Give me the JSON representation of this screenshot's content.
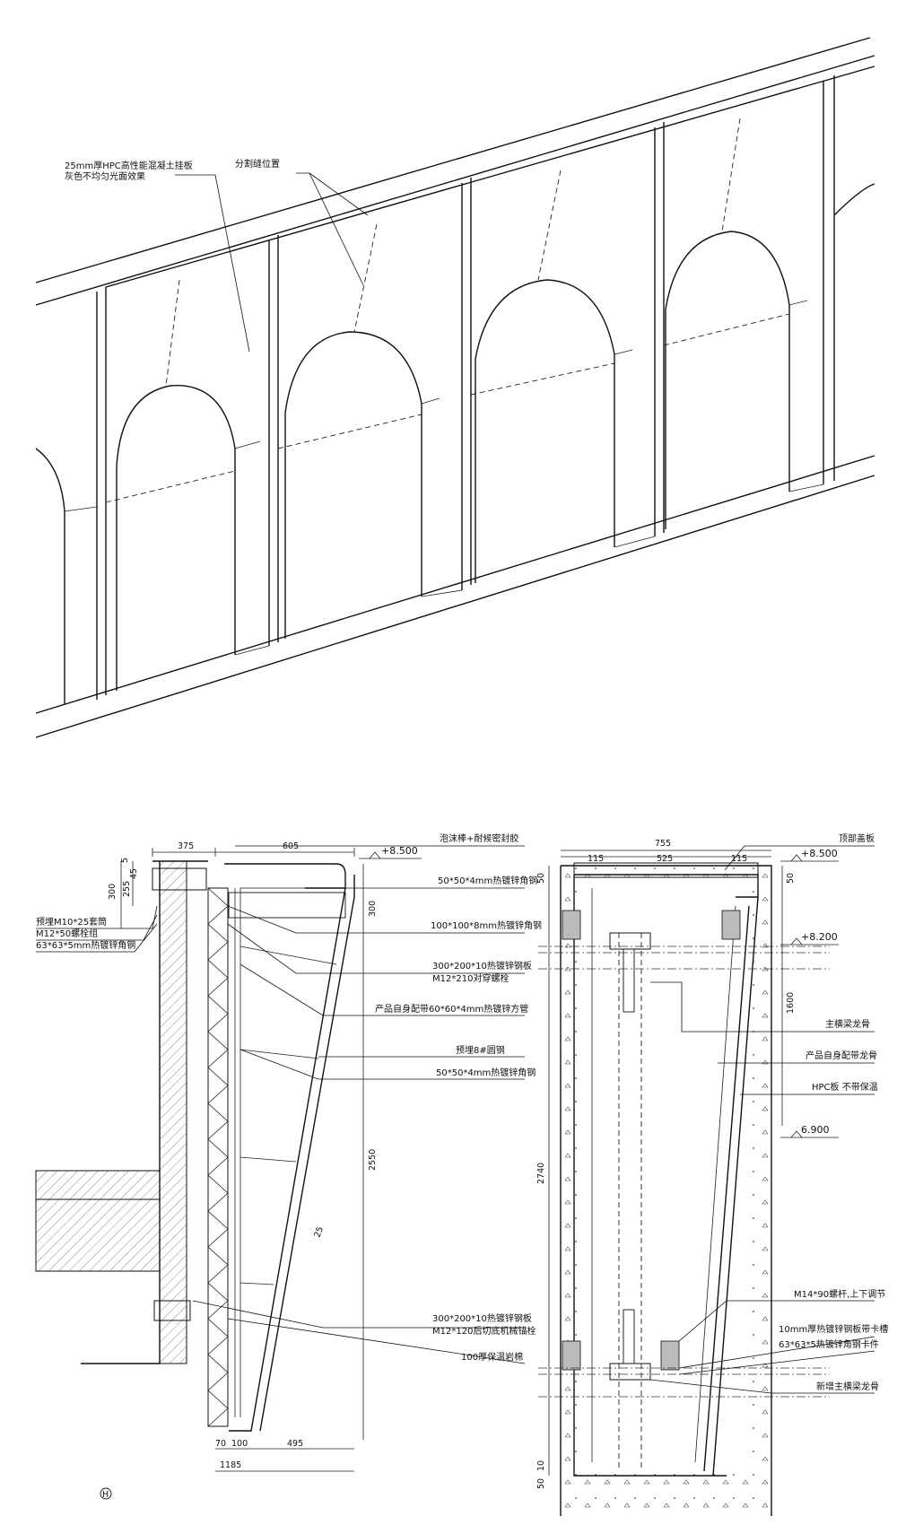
{
  "iso": {
    "panel_label_line1": "25mm厚HPC高性能混凝土挂板",
    "panel_label_line2": "灰色不均匀光面效果",
    "joint_label": "分割缝位置"
  },
  "section_a": {
    "dims_top": [
      "375",
      "605"
    ],
    "dims_left": [
      "5",
      "45",
      "300",
      "255"
    ],
    "dims_right": [
      "300",
      "2550"
    ],
    "dims_bottom": [
      "70",
      "100",
      "495",
      "1185"
    ],
    "dim_25": "25",
    "level_top": "+8.500",
    "grid_axis": "H",
    "labels": [
      "泡沫棒+耐候密封胶",
      "50*50*4mm热镀锌角钢",
      "100*100*8mm热镀锌角钢",
      "300*200*10热镀锌钢板",
      "M12*210对穿螺栓",
      "产品自身配带60*60*4mm热镀锌方管",
      "预埋8#圆钢",
      "50*50*4mm热镀锌角钢",
      "300*200*10热镀锌钢板",
      "M12*120后切底机械锚栓",
      "100厚保温岩棉"
    ],
    "left_labels": [
      "预埋M10*25套筒",
      "M12*50螺栓组",
      "63*63*5mm热镀锌角钢"
    ]
  },
  "section_b": {
    "dims_top": [
      "755",
      "115",
      "525",
      "115"
    ],
    "dims_left": [
      "50",
      "2740",
      "50",
      "10"
    ],
    "dims_right": [
      "50",
      "1600"
    ],
    "levels": [
      "+8.500",
      "+8.200",
      "6.900"
    ],
    "labels": [
      "顶部盖板",
      "主横梁龙骨",
      "产品自身配带龙骨",
      "HPC板 不带保温",
      "M14*90螺杆,上下调节",
      "10mm厚热镀锌钢板带卡槽",
      "63*63*5热镀锌角钢卡件",
      "新增主横梁龙骨"
    ]
  }
}
